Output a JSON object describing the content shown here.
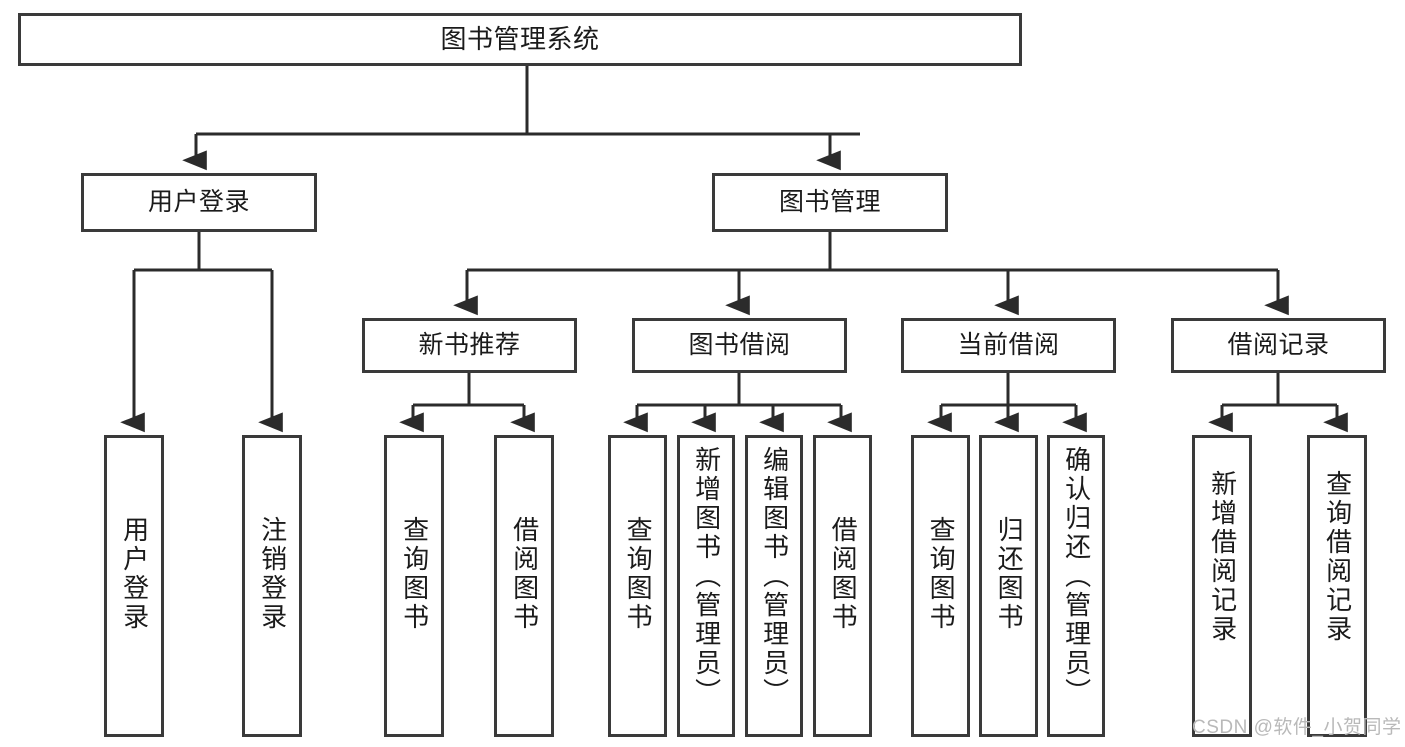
{
  "diagram": {
    "title": "图书管理系统",
    "type": "hierarchy-tree",
    "colors": {
      "box_border": "#3a3a3a",
      "box_fill": "#ffffff",
      "edge": "#2b2b2b",
      "text": "#1b1b1b",
      "watermark": "#b9b9b9",
      "background": "#ffffff"
    },
    "levels": {
      "level1": [
        {
          "id": "root",
          "label": "图书管理系统",
          "orientation": "horizontal"
        }
      ],
      "level2": [
        {
          "id": "user-login",
          "label": "用户登录",
          "orientation": "horizontal"
        },
        {
          "id": "book-manage",
          "label": "图书管理",
          "orientation": "horizontal"
        }
      ],
      "level3": [
        {
          "id": "new-book-rec",
          "label": "新书推荐",
          "orientation": "horizontal",
          "parent": "book-manage"
        },
        {
          "id": "book-borrow",
          "label": "图书借阅",
          "orientation": "horizontal",
          "parent": "book-manage"
        },
        {
          "id": "current-borrow",
          "label": "当前借阅",
          "orientation": "horizontal",
          "parent": "book-manage"
        },
        {
          "id": "borrow-record",
          "label": "借阅记录",
          "orientation": "horizontal",
          "parent": "book-manage"
        }
      ],
      "level4": [
        {
          "id": "leaf-user-login",
          "label": "用户登录",
          "orientation": "vertical",
          "parent": "user-login"
        },
        {
          "id": "leaf-logout",
          "label": "注销登录",
          "orientation": "vertical",
          "parent": "user-login"
        },
        {
          "id": "leaf-query-book-1",
          "label": "查询图书",
          "orientation": "vertical",
          "parent": "new-book-rec"
        },
        {
          "id": "leaf-borrow-book-1",
          "label": "借阅图书",
          "orientation": "vertical",
          "parent": "new-book-rec"
        },
        {
          "id": "leaf-query-book-2",
          "label": "查询图书",
          "orientation": "vertical",
          "parent": "book-borrow"
        },
        {
          "id": "leaf-add-book",
          "label": "新增图书（管理员）",
          "orientation": "vertical",
          "parent": "book-borrow"
        },
        {
          "id": "leaf-edit-book",
          "label": "编辑图书（管理员）",
          "orientation": "vertical",
          "parent": "book-borrow"
        },
        {
          "id": "leaf-borrow-book-2",
          "label": "借阅图书",
          "orientation": "vertical",
          "parent": "book-borrow"
        },
        {
          "id": "leaf-query-book-3",
          "label": "查询图书",
          "orientation": "vertical",
          "parent": "current-borrow"
        },
        {
          "id": "leaf-return-book",
          "label": "归还图书",
          "orientation": "vertical",
          "parent": "current-borrow"
        },
        {
          "id": "leaf-confirm-return",
          "label": "确认归还（管理员）",
          "orientation": "vertical",
          "parent": "current-borrow"
        },
        {
          "id": "leaf-add-record",
          "label": "新增借阅记录",
          "orientation": "vertical",
          "parent": "borrow-record"
        },
        {
          "id": "leaf-query-record",
          "label": "查询借阅记录",
          "orientation": "vertical",
          "parent": "borrow-record"
        }
      ]
    },
    "watermark": "CSDN @软件_小贺同学"
  }
}
